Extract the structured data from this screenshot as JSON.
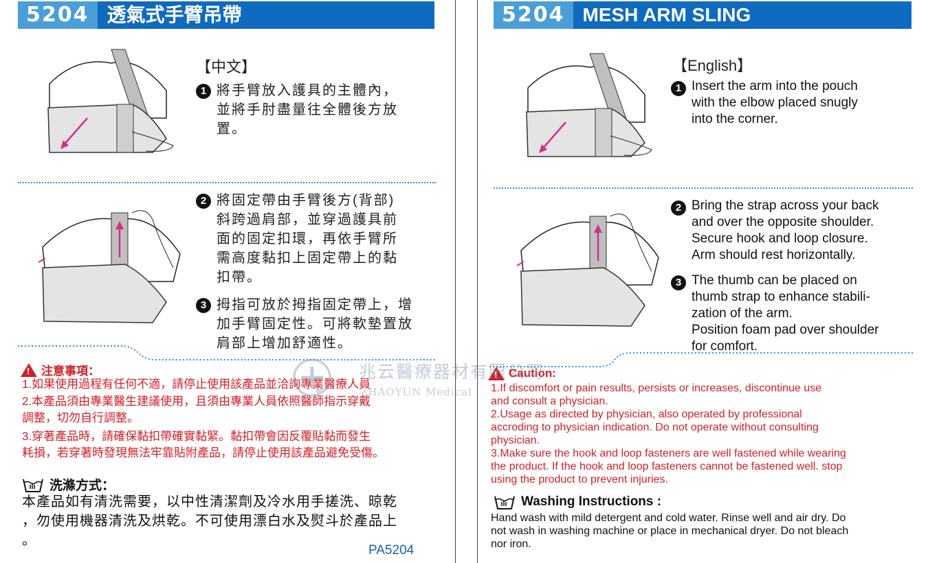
{
  "zh": {
    "code": "5204",
    "title": "透氣式手臂吊帶",
    "lang_label": "【中文】",
    "steps": [
      {
        "num": "1",
        "text": "將手臂放入護具的主體內，\n並將手肘盡量往全體後方放\n置。"
      },
      {
        "num": "2",
        "text": "將固定帶由手臂後方(背部)\n斜跨過肩部，並穿過護具前\n面的固定扣環，再依手臂所\n需高度黏扣上固定帶上的黏\n扣帶。"
      },
      {
        "num": "3",
        "text": "拇指可放於拇指固定帶上，增\n加手臂固定性。可將軟墊置放\n肩部上增加舒適性。"
      }
    ],
    "warning_title": "注意事項：",
    "warnings": [
      "1.如果使用過程有任何不適，請停止使用該產品並洽詢專業醫療人員",
      "2.本產品須由專業醫生建議使用，且須由專業人員依照醫師指示穿戴\n   調整，切勿自行調整。",
      "3.穿著產品時，請確保黏扣帶確實黏緊。黏扣帶會因反覆貼黏而發生\n   耗損，若穿著時發現無法牢靠貼附產品，請停止使用該產品避免受傷。"
    ],
    "wash_title": "洗滌方式：",
    "wash_text": "本產品如有清洗需要，以中性清潔劑及冷水用手搓洗、晾乾\n，勿使用機器清洗及烘乾。不可使用漂白水及熨斗於產品上\n。",
    "product_code": "PA5204"
  },
  "en": {
    "code": "5204",
    "title": "MESH ARM SLING",
    "lang_label": "【English】",
    "steps": [
      {
        "num": "1",
        "text": "Insert the arm into the pouch\nwith the elbow placed snugly\ninto the corner."
      },
      {
        "num": "2",
        "text": "Bring the strap across your back\nand over the opposite shoulder.\nSecure hook and loop closure.\nArm should rest horizontally."
      },
      {
        "num": "3",
        "text": "The thumb can be placed on\nthumb strap to enhance stabili-\nzation of the arm.\nPosition foam pad over shoulder\nfor comfort."
      }
    ],
    "warning_title": "Caution:",
    "warnings": [
      "1.If discomfort or pain results, persists or increases, discontinue use\n   and consult a physician.",
      "2.Usage as directed by physician, also operated by professional\n   accroding to physician indication. Do not operate without consulting\n   physician.",
      "3.Make sure the hook and loop fasteners are well fastened while wearing\n   the product. If the hook and loop fasteners cannot be fastened well. stop\n   using the product to prevent injuries."
    ],
    "wash_title": "Washing Instructions :",
    "wash_text": "Hand wash with mild detergent and cold water. Rinse well and air dry. Do\nnot wash in washing machine or place in mechanical dryer. Do not bleach\nnor iron."
  },
  "watermark": {
    "cn": "兆云醫療器材有限公司",
    "en": "ZHAOYUN Medical"
  },
  "colors": {
    "header_dark": "#0f6bbf",
    "header_light": "#4a9fd8",
    "warning": "#d21f26",
    "divider": "#2d8fd5"
  },
  "icons": [
    "warning-icon",
    "wash-basin-icon",
    "step-number-icon"
  ]
}
